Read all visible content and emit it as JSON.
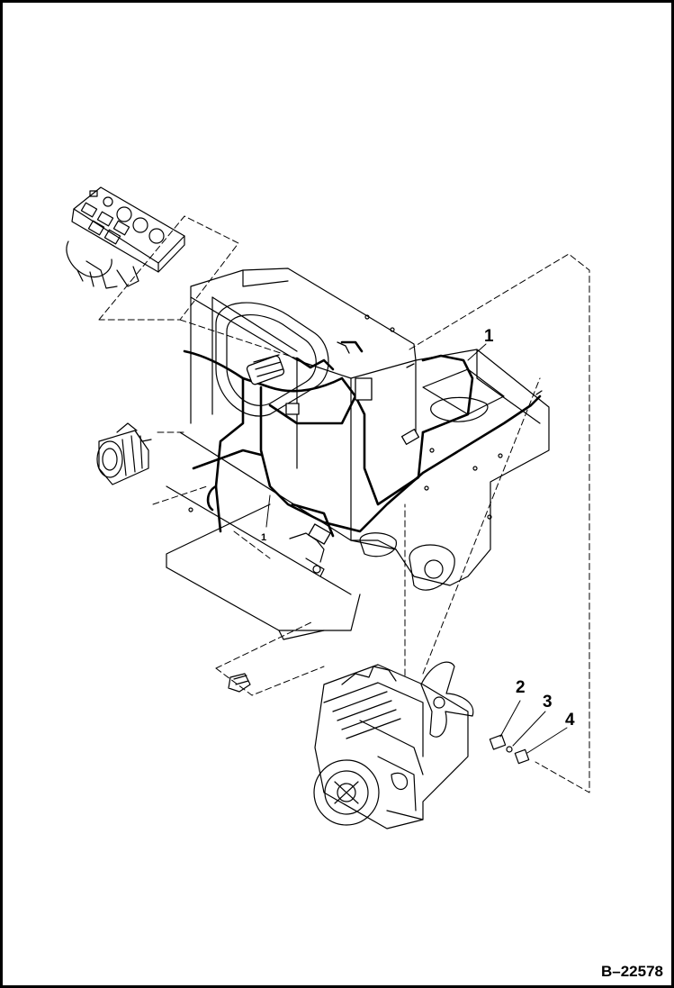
{
  "figure_id": "B–22578",
  "callouts": {
    "c1_top": "1",
    "c1_left": "1",
    "c2": "2",
    "c3": "3",
    "c4": "4"
  },
  "colors": {
    "line": "#000000",
    "background": "#ffffff"
  }
}
